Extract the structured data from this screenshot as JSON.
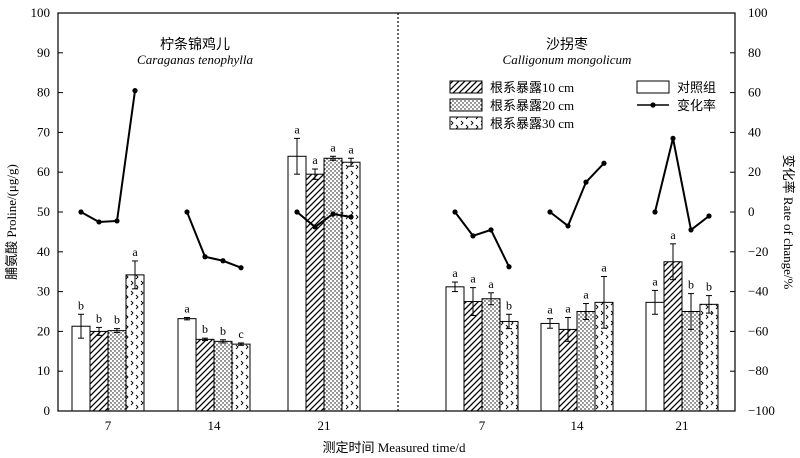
{
  "chart_data": {
    "type": "bar",
    "xlabel": "测定时间 Measured time/d",
    "ylabel_left": "脯氨酸 Proline/(μg/g)",
    "ylabel_right": "变化率 Rate of change/%",
    "ylim_left": [
      0,
      100
    ],
    "ylim_right": [
      -100,
      100
    ],
    "left_ticks": [
      0,
      10,
      20,
      30,
      40,
      50,
      60,
      70,
      80,
      90,
      100
    ],
    "right_ticks": [
      -100,
      -80,
      -60,
      -40,
      -20,
      0,
      20,
      40,
      60,
      80,
      100
    ],
    "categories": [
      "7",
      "14",
      "21",
      "7",
      "14",
      "21"
    ],
    "panels": [
      {
        "title_cn": "柠条锦鸡儿",
        "title_latin": "Caraganas tenophylla"
      },
      {
        "title_cn": "沙拐枣",
        "title_latin": "Calligonum mongolicum"
      }
    ],
    "series": [
      {
        "name": "对照组",
        "pattern": "white",
        "values": [
          21.3,
          23.2,
          64.0,
          31.2,
          22.0,
          27.3
        ],
        "errors": [
          3.0,
          0.3,
          4.5,
          1.2,
          1.2,
          3.0
        ],
        "letters": [
          "b",
          "a",
          "a",
          "a",
          "a",
          "a"
        ]
      },
      {
        "name": "根系暴露10 cm",
        "pattern": "hatch",
        "values": [
          20.0,
          18.0,
          59.5,
          27.5,
          20.5,
          37.5
        ],
        "errors": [
          1.0,
          0.3,
          1.3,
          3.5,
          3.0,
          4.5
        ],
        "letters": [
          "b",
          "b",
          "a",
          "a",
          "a",
          "a"
        ]
      },
      {
        "name": "根系暴露20 cm",
        "pattern": "dots",
        "values": [
          20.2,
          17.5,
          63.5,
          28.2,
          25.0,
          25.0
        ],
        "errors": [
          0.5,
          0.4,
          0.5,
          1.5,
          2.0,
          4.5
        ],
        "letters": [
          "b",
          "b",
          "a",
          "a",
          "a",
          "b"
        ]
      },
      {
        "name": "根系暴露30 cm",
        "pattern": "zigzag",
        "values": [
          34.2,
          16.8,
          62.5,
          22.5,
          27.3,
          26.8
        ],
        "errors": [
          3.5,
          0.3,
          1.0,
          1.8,
          6.5,
          2.2
        ],
        "letters": [
          "a",
          "c",
          "a",
          "b",
          "a",
          "b"
        ]
      }
    ],
    "rate_series": {
      "name": "变化率",
      "groups": [
        [
          0,
          -5,
          -4.5,
          61
        ],
        [
          0,
          -22.5,
          -24.5,
          -28
        ],
        [
          0,
          -7.5,
          -1,
          -2.5
        ],
        [
          0,
          -12,
          -9,
          -27.5
        ],
        [
          0,
          -7,
          15,
          24.5
        ],
        [
          0,
          37,
          -9,
          -2
        ]
      ]
    }
  }
}
